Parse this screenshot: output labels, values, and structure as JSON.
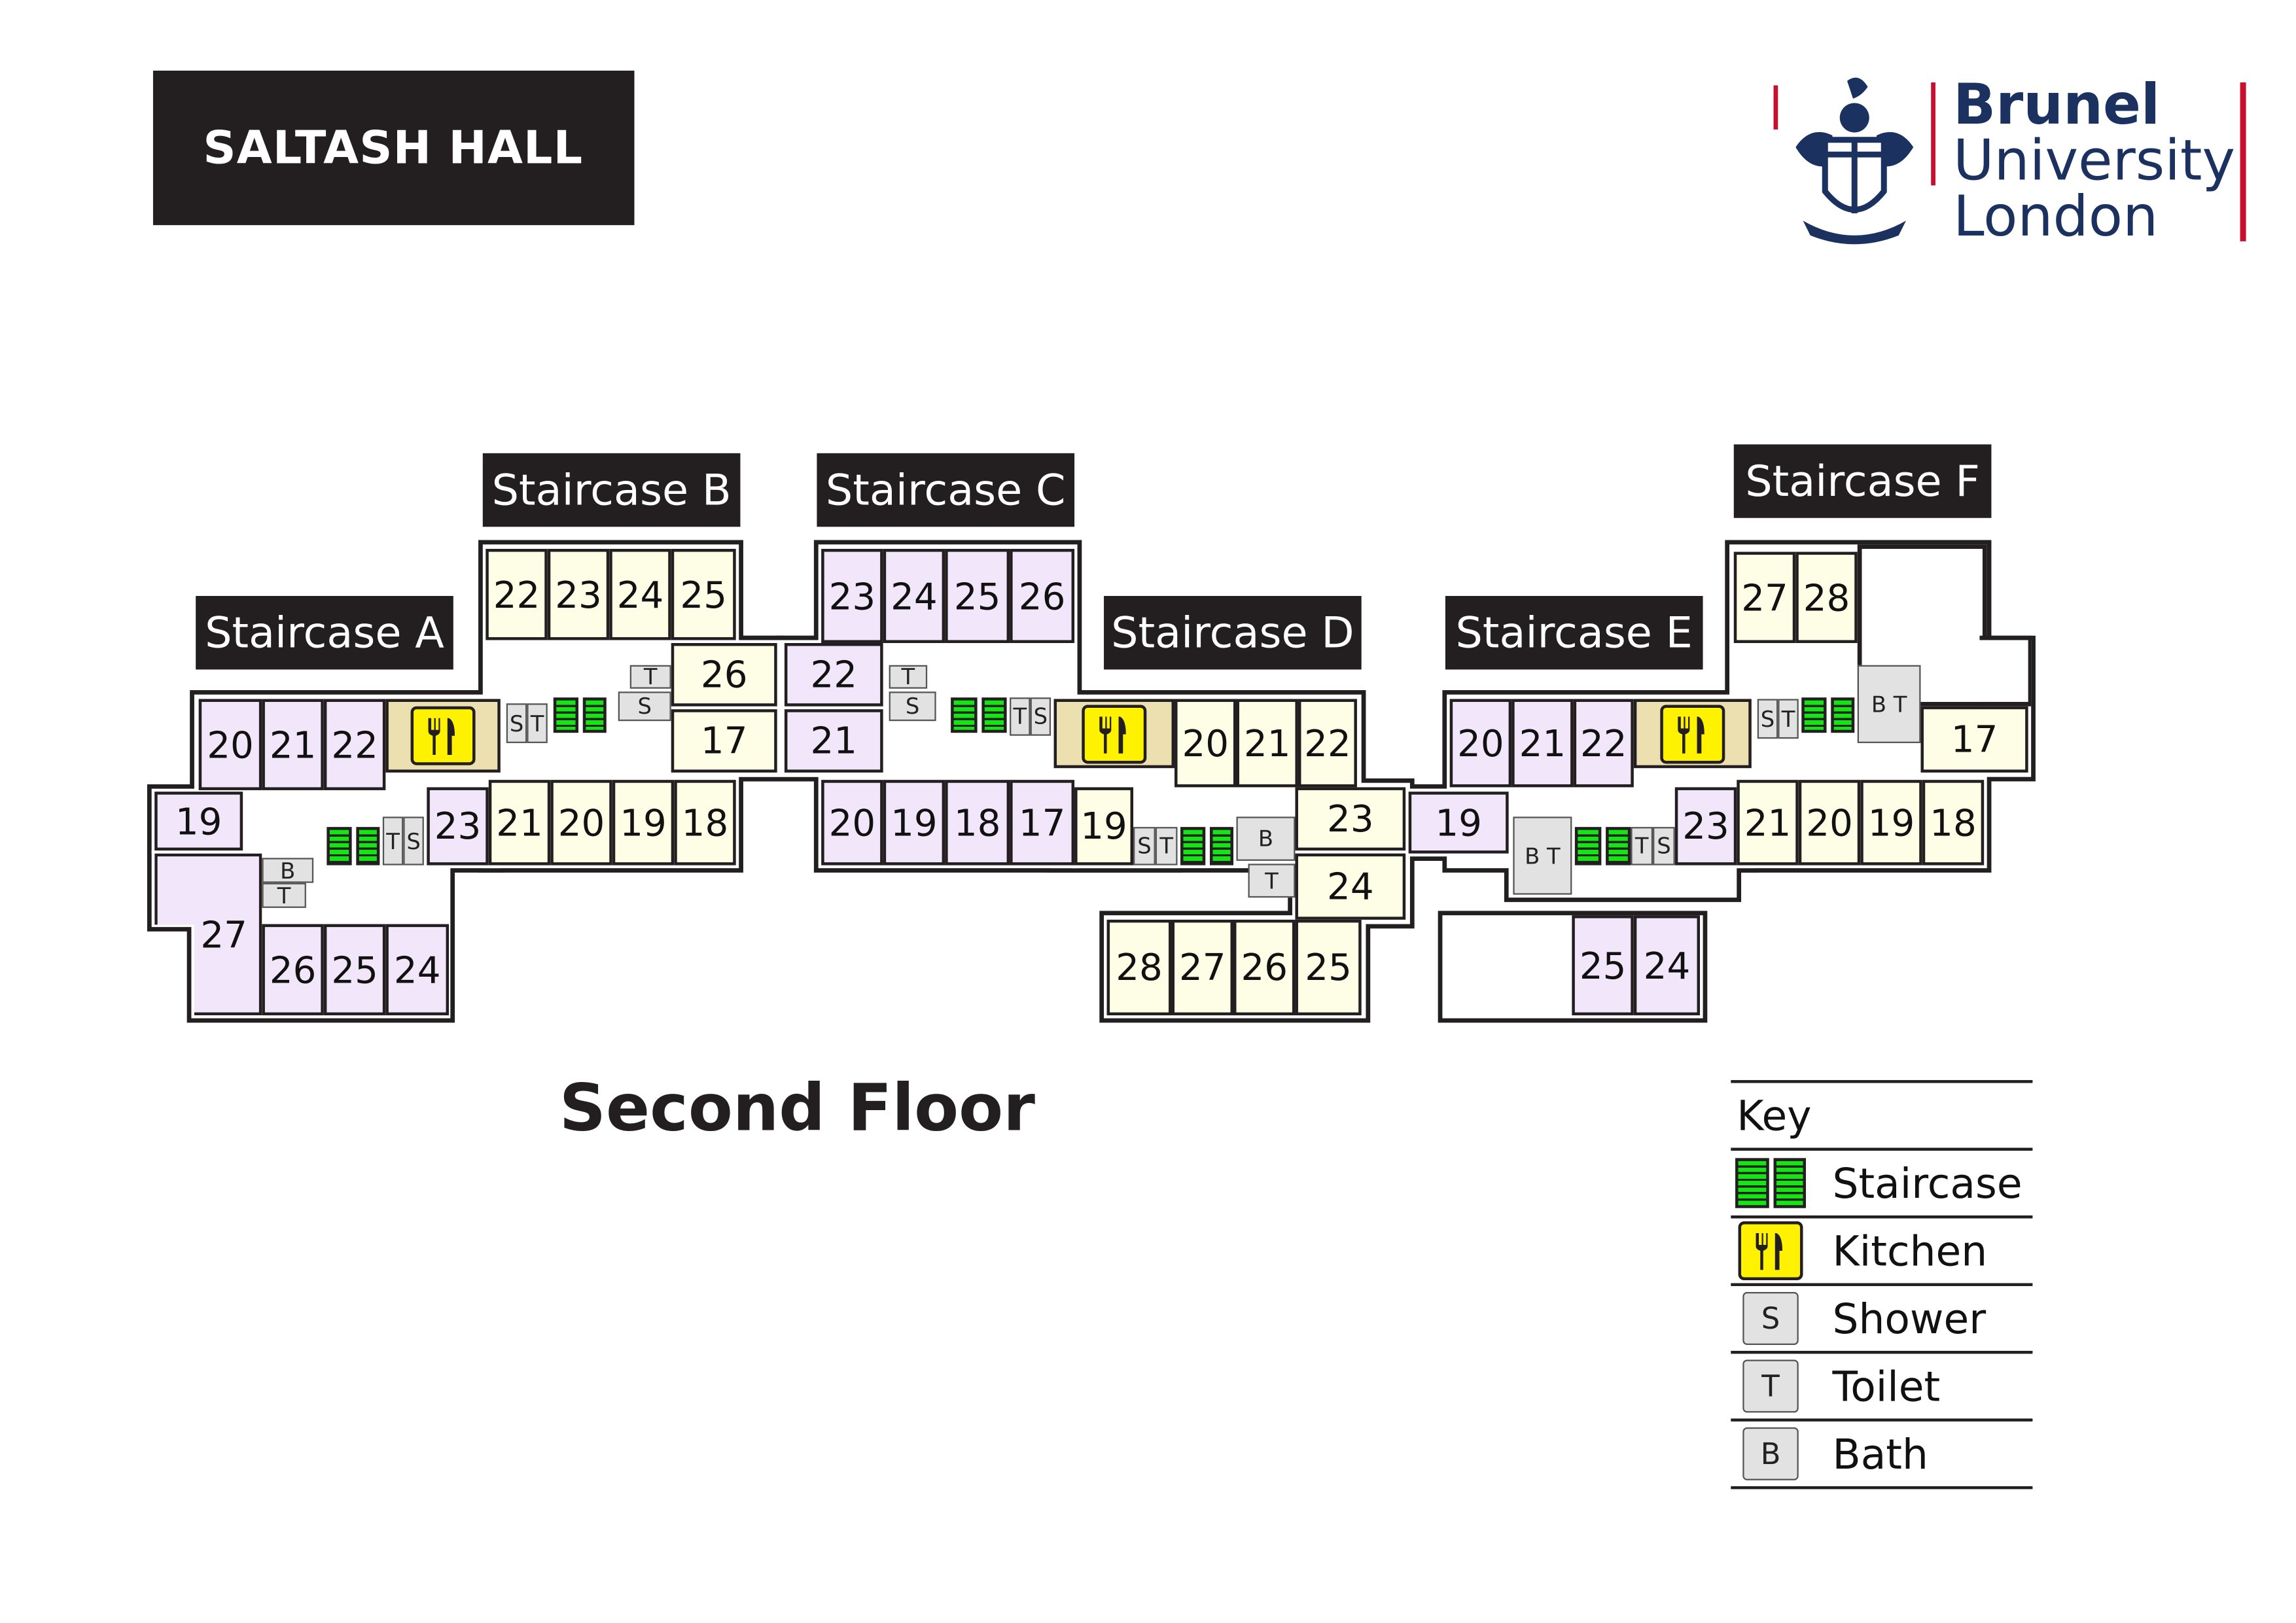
{
  "header": {
    "title": "SALTASH HALL"
  },
  "logo": {
    "line1": "Brunel",
    "line2": "University",
    "line3": "London"
  },
  "floor_title": "Second Floor",
  "colors": {
    "dark": "#231f20",
    "lavender": "#f1e6fa",
    "cream": "#fefee6",
    "kitchen_area": "#ede0b0",
    "kitchen_icon": "#fff200",
    "stairs": "#13e613",
    "facility": "#e2e2e2",
    "brand_navy": "#1b3160",
    "brand_red": "#c8102e"
  },
  "staircases": [
    {
      "label": "Staircase A"
    },
    {
      "label": "Staircase B"
    },
    {
      "label": "Staircase C"
    },
    {
      "label": "Staircase D"
    },
    {
      "label": "Staircase E"
    },
    {
      "label": "Staircase F"
    }
  ],
  "rooms": [
    {
      "label": "20",
      "block": "A",
      "tone": "lav"
    },
    {
      "label": "21",
      "block": "A",
      "tone": "lav"
    },
    {
      "label": "22",
      "block": "A",
      "tone": "lav"
    },
    {
      "label": "19",
      "block": "A",
      "tone": "lav"
    },
    {
      "label": "27",
      "block": "A",
      "tone": "lav"
    },
    {
      "label": "26",
      "block": "A",
      "tone": "lav"
    },
    {
      "label": "25",
      "block": "A",
      "tone": "lav"
    },
    {
      "label": "24",
      "block": "A",
      "tone": "lav"
    },
    {
      "label": "23",
      "block": "A",
      "tone": "lav"
    },
    {
      "label": "22",
      "block": "B",
      "tone": "cream"
    },
    {
      "label": "23",
      "block": "B",
      "tone": "cream"
    },
    {
      "label": "24",
      "block": "B",
      "tone": "cream"
    },
    {
      "label": "25",
      "block": "B",
      "tone": "cream"
    },
    {
      "label": "26",
      "block": "B",
      "tone": "cream"
    },
    {
      "label": "17",
      "block": "B",
      "tone": "cream"
    },
    {
      "label": "21",
      "block": "B",
      "tone": "cream"
    },
    {
      "label": "20",
      "block": "B",
      "tone": "cream"
    },
    {
      "label": "19",
      "block": "B",
      "tone": "cream"
    },
    {
      "label": "18",
      "block": "B",
      "tone": "cream"
    },
    {
      "label": "23",
      "block": "C",
      "tone": "lav"
    },
    {
      "label": "24",
      "block": "C",
      "tone": "lav"
    },
    {
      "label": "25",
      "block": "C",
      "tone": "lav"
    },
    {
      "label": "26",
      "block": "C",
      "tone": "lav"
    },
    {
      "label": "22",
      "block": "C",
      "tone": "lav"
    },
    {
      "label": "21",
      "block": "C",
      "tone": "lav"
    },
    {
      "label": "20",
      "block": "C",
      "tone": "lav"
    },
    {
      "label": "19",
      "block": "C",
      "tone": "lav"
    },
    {
      "label": "18",
      "block": "C",
      "tone": "lav"
    },
    {
      "label": "17",
      "block": "C",
      "tone": "lav"
    },
    {
      "label": "20",
      "block": "D",
      "tone": "cream"
    },
    {
      "label": "21",
      "block": "D",
      "tone": "cream"
    },
    {
      "label": "22",
      "block": "D",
      "tone": "cream"
    },
    {
      "label": "19",
      "block": "D",
      "tone": "cream"
    },
    {
      "label": "23",
      "block": "D",
      "tone": "cream"
    },
    {
      "label": "24",
      "block": "D",
      "tone": "cream"
    },
    {
      "label": "28",
      "block": "D",
      "tone": "cream"
    },
    {
      "label": "27",
      "block": "D",
      "tone": "cream"
    },
    {
      "label": "26",
      "block": "D",
      "tone": "cream"
    },
    {
      "label": "25",
      "block": "D",
      "tone": "cream"
    },
    {
      "label": "20",
      "block": "E",
      "tone": "lav"
    },
    {
      "label": "21",
      "block": "E",
      "tone": "lav"
    },
    {
      "label": "22",
      "block": "E",
      "tone": "lav"
    },
    {
      "label": "19",
      "block": "E",
      "tone": "lav"
    },
    {
      "label": "23",
      "block": "E",
      "tone": "lav"
    },
    {
      "label": "25",
      "block": "E",
      "tone": "lav"
    },
    {
      "label": "24",
      "block": "E",
      "tone": "lav"
    },
    {
      "label": "27",
      "block": "F",
      "tone": "cream"
    },
    {
      "label": "28",
      "block": "F",
      "tone": "cream"
    },
    {
      "label": "17",
      "block": "F",
      "tone": "cream"
    },
    {
      "label": "21",
      "block": "F",
      "tone": "cream"
    },
    {
      "label": "20",
      "block": "F",
      "tone": "cream"
    },
    {
      "label": "19",
      "block": "F",
      "tone": "cream"
    },
    {
      "label": "18",
      "block": "F",
      "tone": "cream"
    }
  ],
  "facilities": [
    {
      "label": "B"
    },
    {
      "label": "T"
    },
    {
      "label": "T"
    },
    {
      "label": "S"
    },
    {
      "label": "S"
    },
    {
      "label": "T"
    },
    {
      "label": "T"
    },
    {
      "label": "S"
    },
    {
      "label": "T"
    },
    {
      "label": "S"
    },
    {
      "label": "T"
    },
    {
      "label": "S"
    },
    {
      "label": "S"
    },
    {
      "label": "T"
    },
    {
      "label": "B"
    },
    {
      "label": "T"
    },
    {
      "label": "B T"
    },
    {
      "label": "T"
    },
    {
      "label": "S"
    },
    {
      "label": "S"
    },
    {
      "label": "T"
    },
    {
      "label": "B T"
    }
  ],
  "key": {
    "title": "Key",
    "items": [
      {
        "icon": "staircase",
        "label": "Staircase"
      },
      {
        "icon": "kitchen",
        "label": "Kitchen"
      },
      {
        "icon": "S",
        "label": "Shower"
      },
      {
        "icon": "T",
        "label": "Toilet"
      },
      {
        "icon": "B",
        "label": "Bath"
      }
    ]
  }
}
